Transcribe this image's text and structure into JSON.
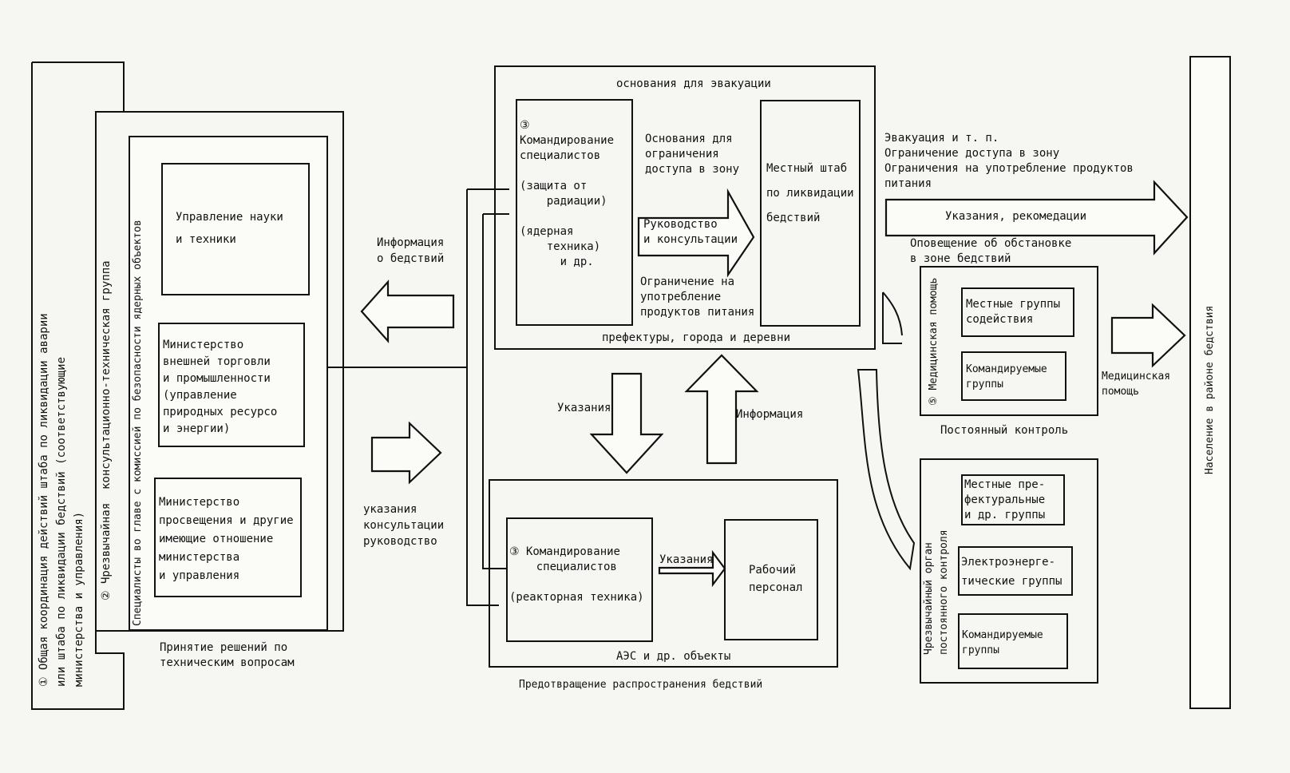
{
  "hq": {
    "label": "① Общая координация действий штаба по ликвидации аварии\nили штаба по ликвидации бедствий (соответствующие\nминистерства и управления)"
  },
  "emergency_group": {
    "label": "② Чрезвычайная  консультационно-техническая группа"
  },
  "nuclear_specialists": {
    "label": "Специалисты во главе с комиссией по безопасности ядерных объектов"
  },
  "ministries": {
    "science": "Управление науки\nи техники",
    "trade": "Министерство\nвнешней торговли\nи промышленности\n(управление\nприродных ресурсо\nи энергии)",
    "education": "Министерство\nпросвещения и другие\nимеющие отношение\nминистерства\nи управления"
  },
  "decisions_caption": "Принятие решений по\nтехническим вопросам",
  "info_disaster": "Информация\nо бедствий",
  "instructions_left": "указания\nконсультации\nруководство",
  "evac_box": {
    "title": "основания для эвакуации",
    "footer": "префектуры, города и деревни",
    "specialists": "③\nКомандирование\nспециалистов\n\n(защита от\n    радиации)\n\n(ядерная\n    техника)\n      и др.",
    "access_grounds": "Основания для\nограничения\nдоступа в зону",
    "guidance": "Руководство\nи консультации",
    "food_restriction": "Ограничение на\nупотребление\nпродуктов питания",
    "local_hq": "Местный штаб\nпо ликвидации\nбедствий"
  },
  "mid_arrows": {
    "down": "Указания",
    "up": "Информация"
  },
  "npp_box": {
    "specialists": "③ Командирование\n    специалистов\n\n(реакторная техника)",
    "instructions": "Указания",
    "staff": "Рабочий\nперсонал",
    "footer": "АЭС и др. объекты"
  },
  "prevention_caption": "Предотвращение распространения бедствий",
  "evac_notes": "Эвакуация и т. п.\nОграничение доступа в зону\nОграничения на употребление продуктов\nпитания",
  "big_arrow_label": "Указания, рекомедации",
  "alert_caption": "Оповещение об обстановке\nв зоне бедствий",
  "medical_box": {
    "side": "⑤ Медицинская помощь",
    "local_groups": "Местные группы\nсодействия",
    "dispatched": "Командируемые\nгруппы",
    "footer": "Постоянный контроль"
  },
  "medical_help": "Медицинская\nпомощь",
  "control_box": {
    "side": "Чрезвычайный орган\nпостоянного контроля",
    "prefectural": "Местные пре-\nфектуральные\nи др. группы",
    "power": "Электроэнерге-\nтические группы",
    "dispatched": "Командируемые\nгруппы"
  },
  "population": "Население в районе бедствия"
}
